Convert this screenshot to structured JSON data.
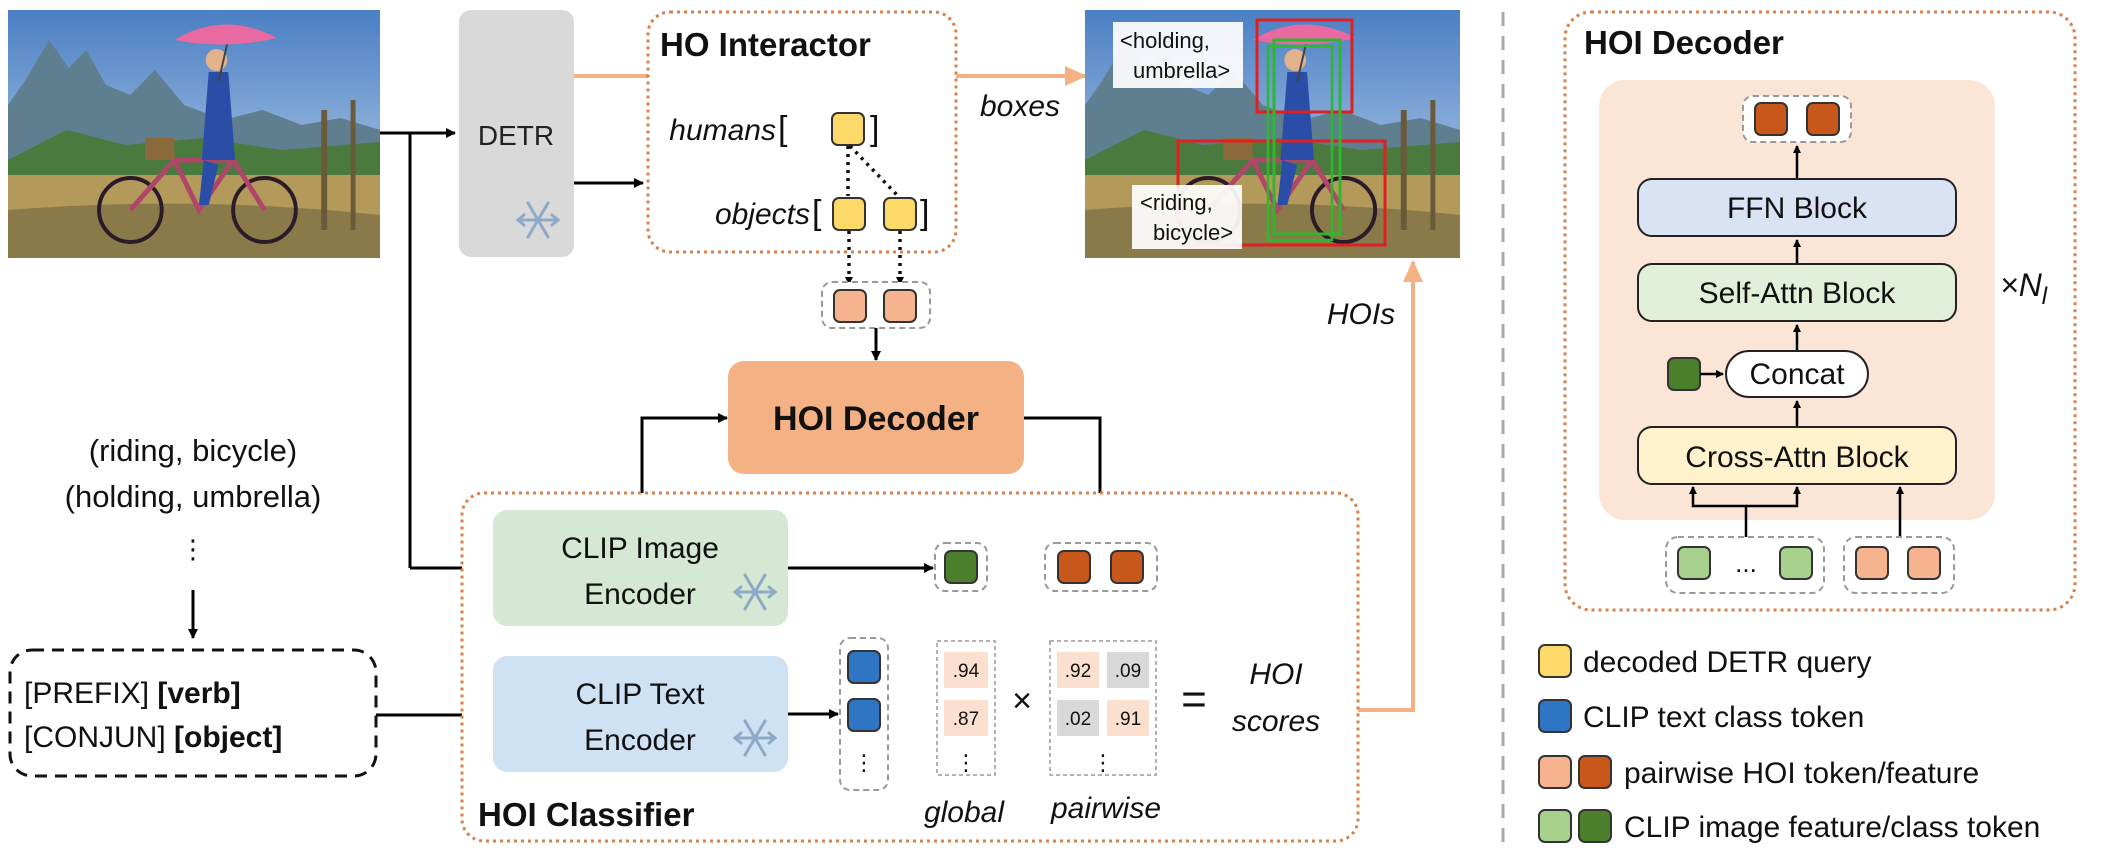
{
  "colors": {
    "query_yellow": "#FDD96A",
    "text_blue": "#2E75C4",
    "pair_light": "#F6B48E",
    "pair_dark": "#C8571B",
    "clip_light": "#A9D18E",
    "clip_dark": "#4B7F2C",
    "arrow_orange": "#F4B183",
    "dashed_orange": "#D9814A",
    "detr_gray": "#D9D9D9",
    "decoder_fill": "#F4B183",
    "image_encoder_fill": "#D5E8D4",
    "text_encoder_fill": "#CFE2F3",
    "decoder_inner_fill": "#FBE5D6",
    "ffn_fill": "#DAE3F3",
    "self_attn_fill": "#E2F0D9",
    "cross_attn_fill": "#FFF2CC"
  },
  "detr": {
    "label": "DETR",
    "icon": "snowflake-icon"
  },
  "ho_interactor": {
    "title": "HO Interactor",
    "humans_label": "humans",
    "objects_label": "objects"
  },
  "arrows": {
    "boxes_label": "boxes",
    "hois_label": "HOIs"
  },
  "output_image": {
    "tag1_line1": "<holding,",
    "tag1_line2": "umbrella>",
    "tag2_line1": "<riding,",
    "tag2_line2": "bicycle>"
  },
  "hoi_decoder": {
    "label": "HOI Decoder"
  },
  "text_inputs": {
    "line1": "(riding, bicycle)",
    "line2": "(holding, umbrella)",
    "ellipsis": "⋮"
  },
  "prompt_template": {
    "line1_prefix": "[PREFIX] ",
    "line1_bold": "[verb]",
    "line2_prefix": "[CONJUN] ",
    "line2_bold": "[object]"
  },
  "hoi_classifier": {
    "title": "HOI Classifier",
    "image_encoder_line1": "CLIP Image",
    "image_encoder_line2": "Encoder",
    "text_encoder_line1": "CLIP Text",
    "text_encoder_line2": "Encoder"
  },
  "scores": {
    "global_values": [
      ".94",
      ".87"
    ],
    "pairwise_values": [
      ".92",
      ".09",
      ".02",
      ".91"
    ],
    "times_symbol": "×",
    "equals_symbol": "=",
    "global_label": "global",
    "pairwise_label": "pairwise",
    "result_line1": "HOI",
    "result_line2": "scores",
    "ellipsis": "⋮"
  },
  "detail_panel": {
    "title": "HOI Decoder",
    "ffn": "FFN Block",
    "self_attn": "Self-Attn Block",
    "concat": "Concat",
    "cross_attn": "Cross-Attn Block",
    "repeat_base": "×N",
    "repeat_sub": "l",
    "dots": "..."
  },
  "legend": [
    {
      "label": "decoded DETR query",
      "swatch": "query_yellow"
    },
    {
      "label": "CLIP text class token",
      "swatch": "text_blue"
    },
    {
      "label": "pairwise HOI token/feature",
      "swatch": "pair"
    },
    {
      "label": "CLIP image feature/class token",
      "swatch": "clip"
    }
  ]
}
